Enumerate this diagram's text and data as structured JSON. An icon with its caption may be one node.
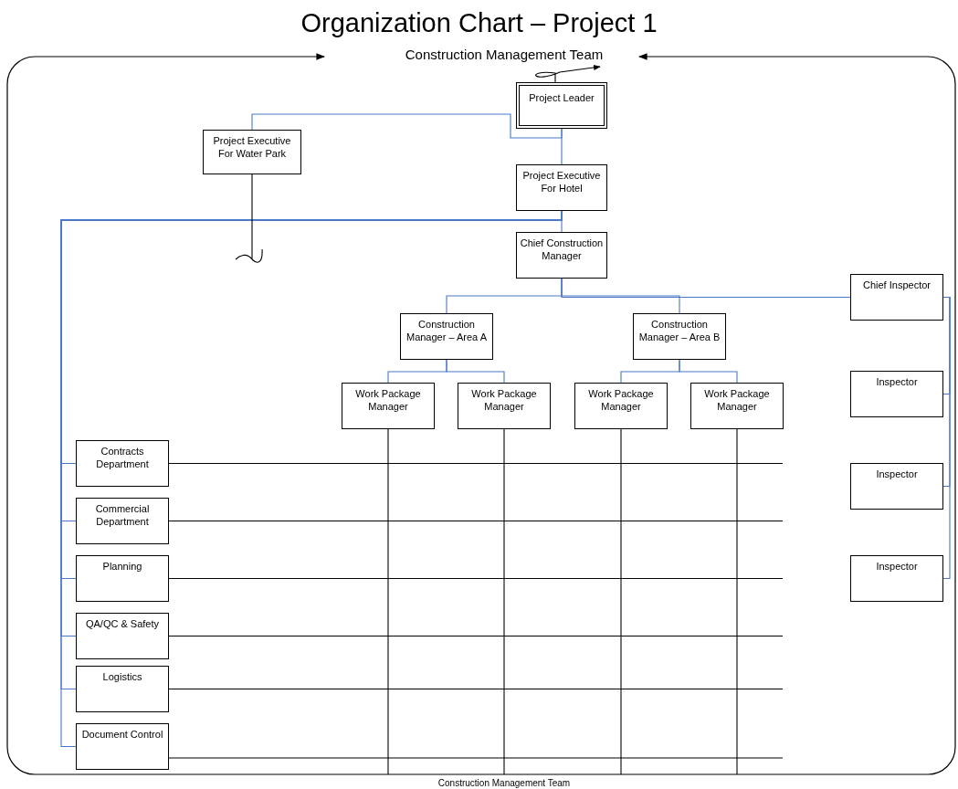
{
  "diagram": {
    "title": "Organization Chart – Project 1",
    "nodes": [
      {
        "text": [
          "Construction Management Team",
          "Construction Management Team"
        ]
      },
      {
        "text": [
          "Project Leader"
        ],
        "in": 0
      },
      {
        "text": [
          "Project Executive For Water Park"
        ],
        "in": 0
      },
      {
        "text": [
          "Project Executive For Hotel"
        ],
        "in": 0
      },
      {
        "text": [
          "Chief Construction Manager"
        ],
        "in": 0
      },
      {
        "text": [
          "Construction Manager – Area A"
        ],
        "in": 0
      },
      {
        "text": [
          "Construction Manager – Area B"
        ],
        "in": 0
      },
      {
        "text": [
          "Chief Inspector"
        ],
        "in": 0
      },
      {
        "text": [
          "Work Package Manager"
        ],
        "in": 0
      },
      {
        "text": [
          "Work Package Manager"
        ],
        "in": 0
      },
      {
        "text": [
          "Work Package Manager"
        ],
        "in": 0
      },
      {
        "text": [
          "Work Package Manager"
        ],
        "in": 0
      },
      {
        "text": [
          "Inspector"
        ],
        "in": 0
      },
      {
        "text": [
          "Inspector"
        ],
        "in": 0
      },
      {
        "text": [
          "Inspector"
        ],
        "in": 0
      },
      {
        "text": [
          "Contracts Department"
        ],
        "in": 0
      },
      {
        "text": [
          "Commercial Department"
        ],
        "in": 0
      },
      {
        "text": [
          "Planning"
        ],
        "in": 0
      },
      {
        "text": [
          "QA/QC & Safety"
        ],
        "in": 0
      },
      {
        "text": [
          "Logistics"
        ],
        "in": 0
      },
      {
        "text": [
          "Document Control"
        ],
        "in": 0
      }
    ],
    "edges": [
      {
        "from": 1,
        "to": 2,
        "arrow": "none"
      },
      {
        "from": 1,
        "to": 3,
        "arrow": "none"
      },
      {
        "from": 3,
        "to": 4,
        "arrow": "none"
      },
      {
        "from": 3,
        "to": 15,
        "arrow": "none"
      },
      {
        "from": 3,
        "to": 16,
        "arrow": "none"
      },
      {
        "from": 3,
        "to": 17,
        "arrow": "none"
      },
      {
        "from": 3,
        "to": 18,
        "arrow": "none"
      },
      {
        "from": 3,
        "to": 19,
        "arrow": "none"
      },
      {
        "from": 3,
        "to": 20,
        "arrow": "none"
      },
      {
        "from": 4,
        "to": 5,
        "arrow": "none"
      },
      {
        "from": 4,
        "to": 6,
        "arrow": "none"
      },
      {
        "from": 4,
        "to": 7,
        "arrow": "none"
      },
      {
        "from": 5,
        "to": 8,
        "arrow": "none"
      },
      {
        "from": 5,
        "to": 9,
        "arrow": "none"
      },
      {
        "from": 6,
        "to": 10,
        "arrow": "none"
      },
      {
        "from": 6,
        "to": 11,
        "arrow": "none"
      },
      {
        "from": 7,
        "to": 12,
        "arrow": "none"
      },
      {
        "from": 7,
        "to": 13,
        "arrow": "none"
      },
      {
        "from": 7,
        "to": 14,
        "arrow": "none"
      },
      {
        "from": 15,
        "to": null,
        "arrow": "none",
        "color": "#000000"
      },
      {
        "from": 16,
        "to": null,
        "arrow": "none",
        "color": "#000000"
      },
      {
        "from": 17,
        "to": null,
        "arrow": "none",
        "color": "#000000"
      },
      {
        "from": 18,
        "to": null,
        "arrow": "none",
        "color": "#000000"
      },
      {
        "from": 19,
        "to": null,
        "arrow": "none",
        "color": "#000000"
      },
      {
        "from": 20,
        "to": null,
        "arrow": "none",
        "color": "#000000"
      },
      {
        "from": 8,
        "to": null,
        "arrow": "none",
        "color": "#000000"
      },
      {
        "from": 9,
        "to": null,
        "arrow": "none",
        "color": "#000000"
      },
      {
        "from": 10,
        "to": null,
        "arrow": "none",
        "color": "#000000"
      },
      {
        "from": 11,
        "to": null,
        "arrow": "none",
        "color": "#000000"
      },
      {
        "from": 1,
        "to": null,
        "arrow": "to",
        "color": "#000000"
      },
      {
        "from": 2,
        "to": null,
        "arrow": "none",
        "color": "#000000"
      }
    ]
  }
}
